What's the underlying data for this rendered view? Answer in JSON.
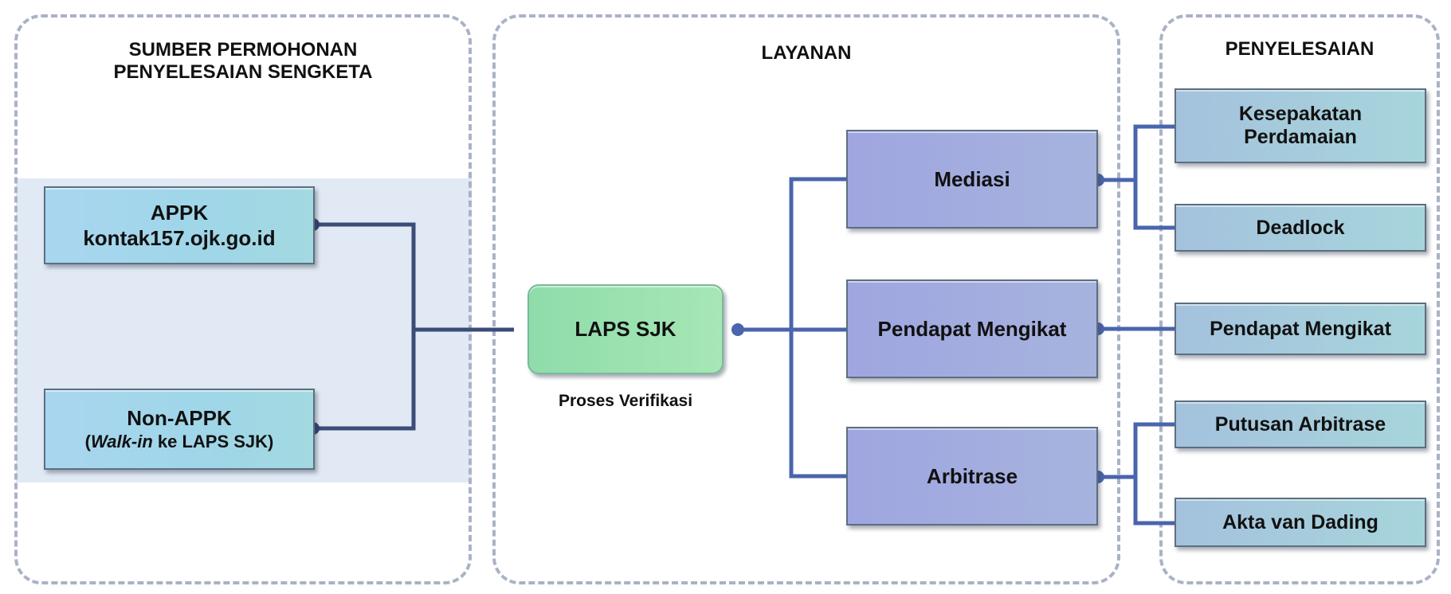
{
  "panels": {
    "source": {
      "title_line1": "SUMBER PERMOHONAN",
      "title_line2": "PENYELESAIAN SENGKETA"
    },
    "service": {
      "title": "LAYANAN"
    },
    "resolution": {
      "title": "PENYELESAIAN"
    }
  },
  "sources": {
    "appk": {
      "line1": "APPK",
      "line2": "kontak157.ojk.go.id"
    },
    "non_appk": {
      "line1": "Non-APPK",
      "open_paren": "(",
      "walk_in": "Walk-in",
      "rest": " ke LAPS SJK)"
    }
  },
  "laps": {
    "label": "LAPS SJK",
    "caption": "Proses Verifikasi"
  },
  "services": {
    "mediasi": "Mediasi",
    "pendapat": "Pendapat Mengikat",
    "arbitrase": "Arbitrase"
  },
  "results": {
    "kesepakatan_line1": "Kesepakatan",
    "kesepakatan_line2": "Perdamaian",
    "deadlock": "Deadlock",
    "pendapat": "Pendapat Mengikat",
    "putusan": "Putusan Arbitrase",
    "akta": "Akta van Dading"
  },
  "colors": {
    "source_connector": "#3b4c78",
    "service_connector": "#4a65ad",
    "panel_border": "#aab2c6",
    "band": "#e1eaf4"
  }
}
